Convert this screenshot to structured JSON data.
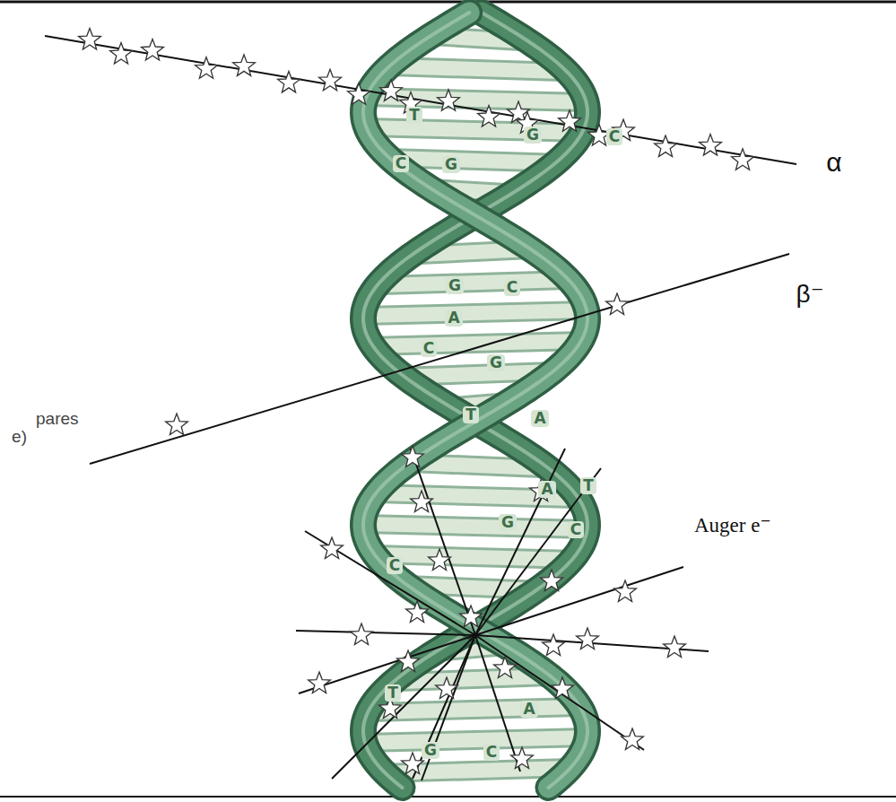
{
  "diagram": {
    "labels": [
      "α",
      "β⁻",
      "Auger e⁻",
      "pares",
      "e)",
      "T",
      "G",
      "C",
      "C",
      "G",
      "G",
      "C",
      "A",
      "C",
      "G",
      "T",
      "A",
      "A",
      "T",
      "G",
      "C",
      "C",
      "T",
      "A",
      "G",
      "C"
    ]
  }
}
